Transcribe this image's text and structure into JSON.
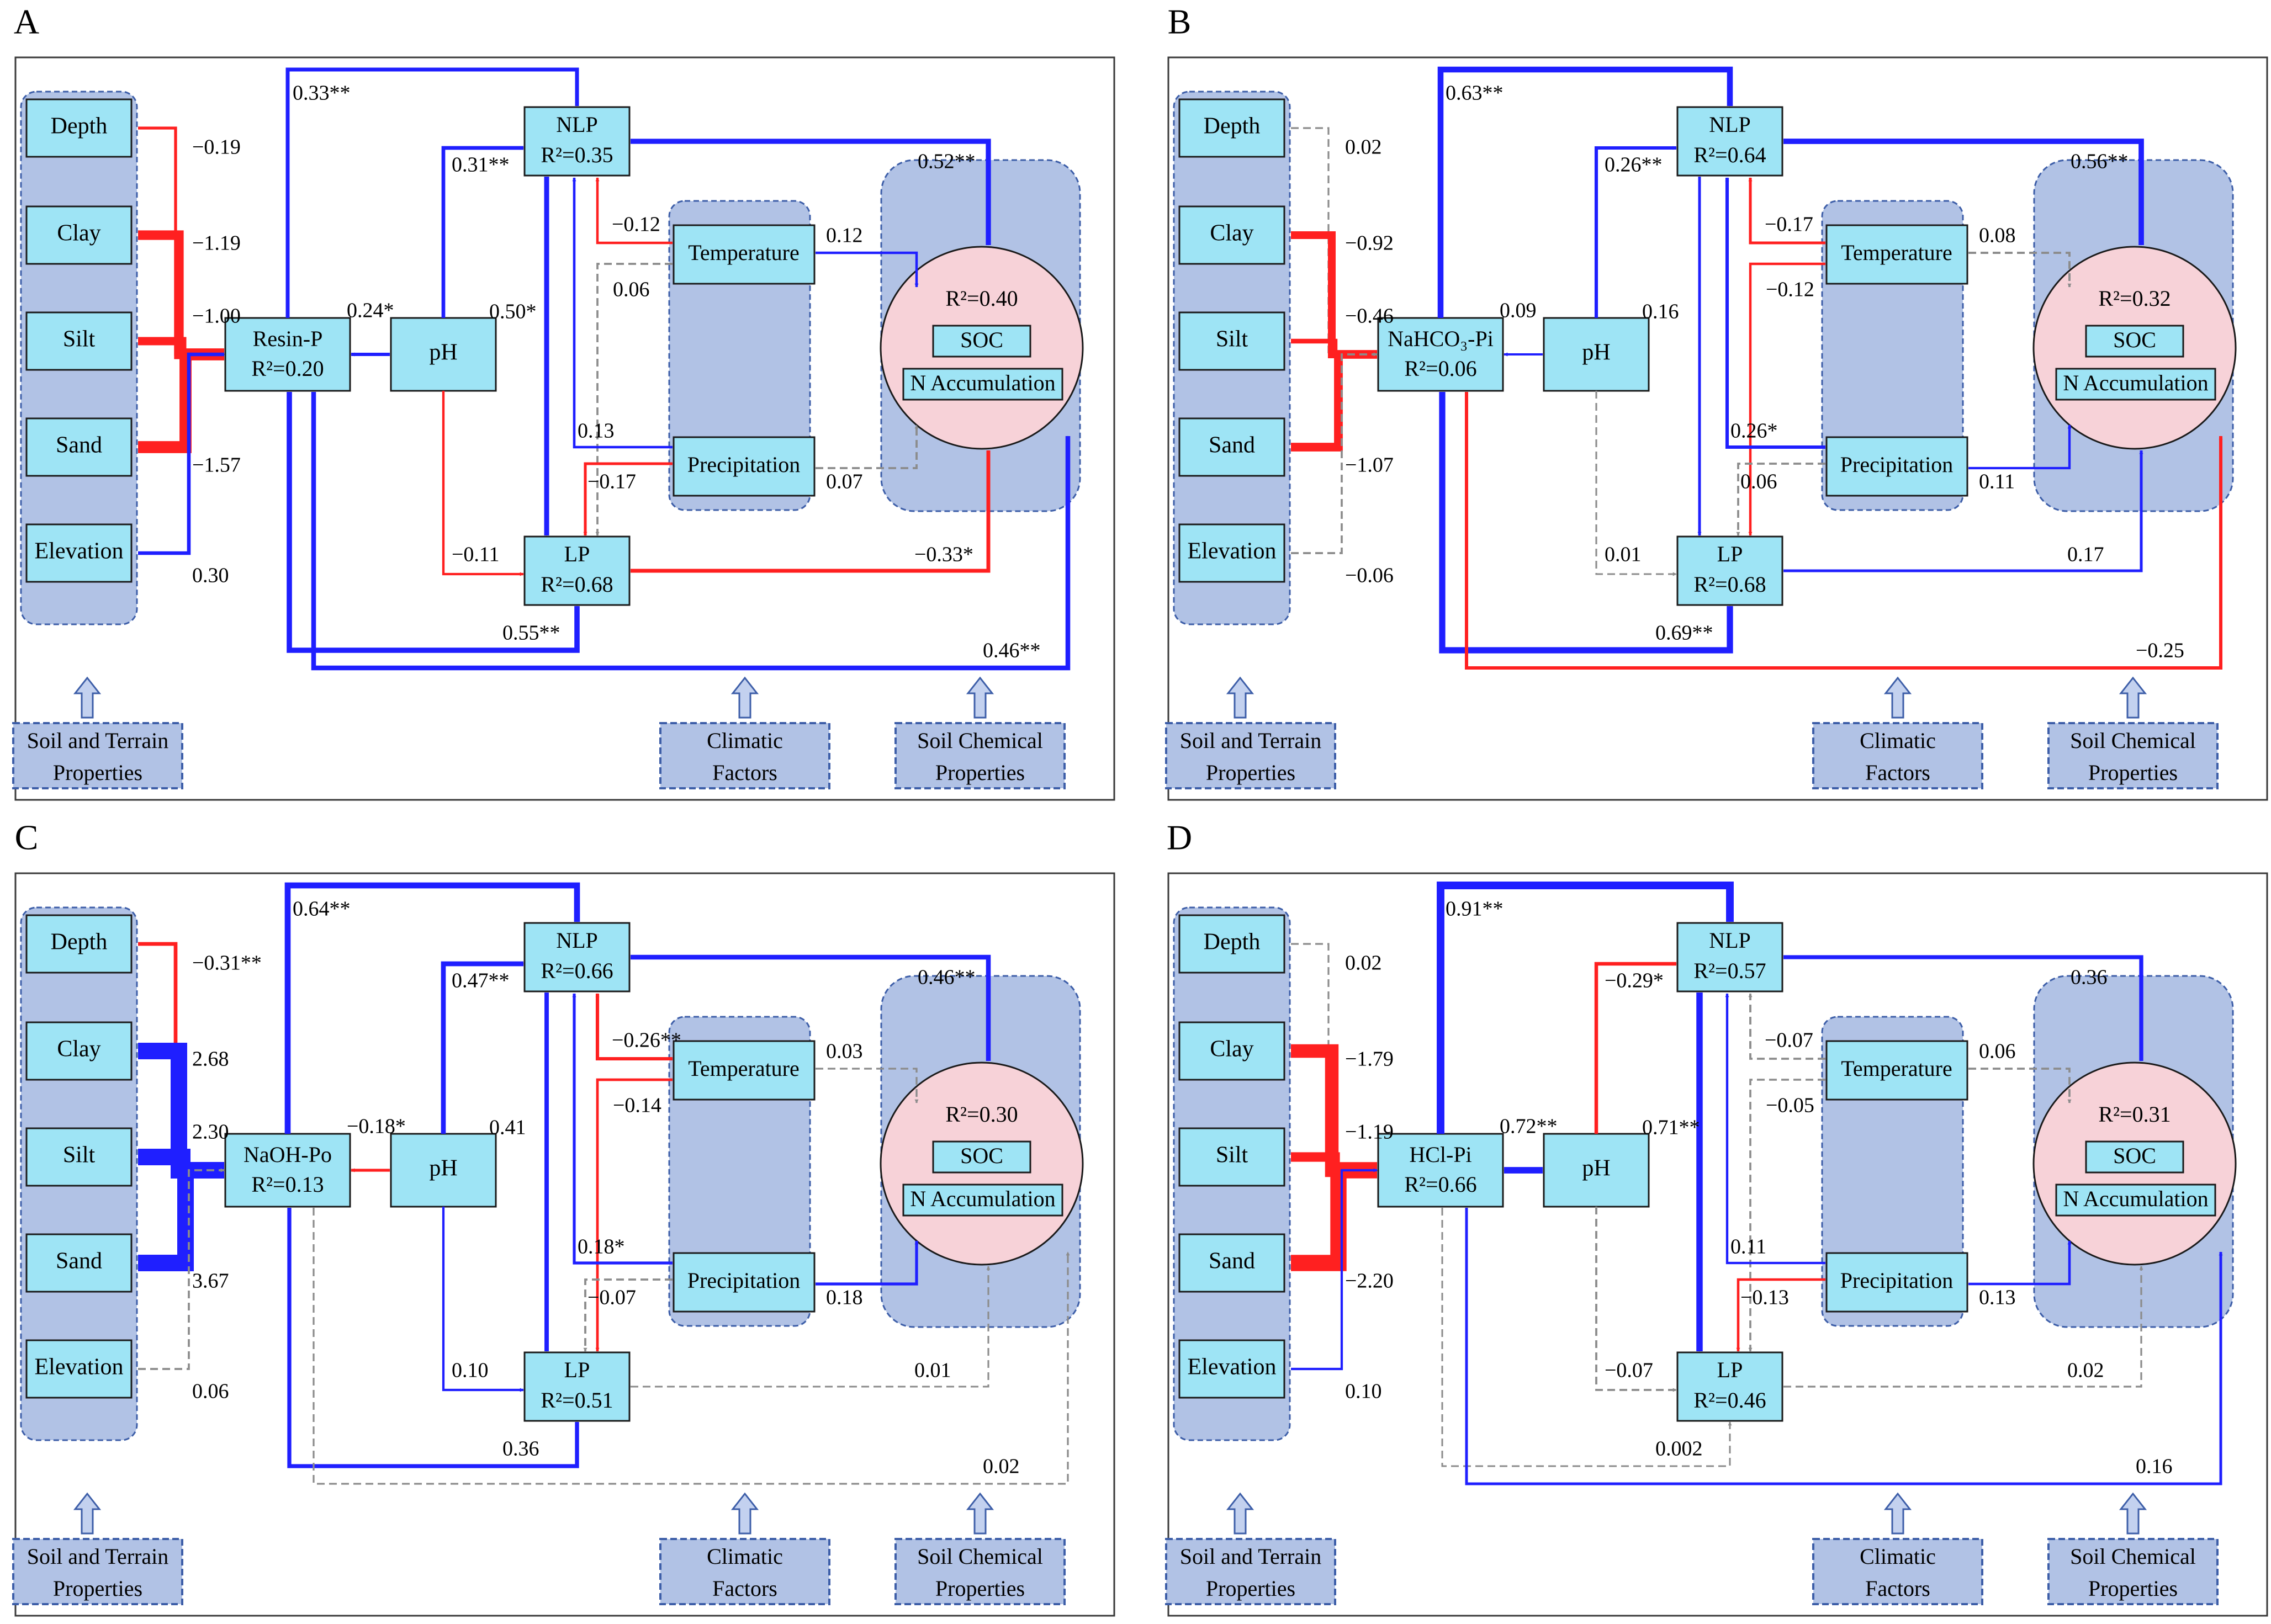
{
  "colors": {
    "positive": "#1f1fff",
    "negative": "#ff2020",
    "nonsig": "#8c8c8c",
    "box": "#9ee4f5",
    "group": "#b1c2e5",
    "circle": "#f7d2d8"
  },
  "panels": [
    {
      "letter": "A",
      "soil": {
        "items": [
          "Depth",
          "Clay",
          "Silt",
          "Sand",
          "Elevation"
        ],
        "coefs": [
          "−0.19",
          "−1.19",
          "−1.00",
          "−1.57",
          "0.30"
        ]
      },
      "pfrac": {
        "name": "Resin-P",
        "r2": "R²=0.20"
      },
      "ph": "pH",
      "nlp": {
        "name": "NLP",
        "r2": "R²=0.35"
      },
      "lp": {
        "name": "LP",
        "r2": "R²=0.68"
      },
      "climate": [
        "Temperature",
        "Precipitation"
      ],
      "chem": {
        "r2": "R²=0.40",
        "soc": "SOC",
        "n": "N Accumulation"
      },
      "categories": {
        "soil": [
          "Soil and Terrain",
          "Properties"
        ],
        "climate": [
          "Climatic",
          "Factors"
        ],
        "chem": [
          "Soil Chemical",
          "Properties"
        ]
      },
      "paths": {
        "p_nlp": "0.33**",
        "ph_p": "0.24*",
        "ph_nlp": "0.31**",
        "ph_lp": "−0.11",
        "nlp_chem": "0.52**",
        "nlp_lp": "0.50*",
        "temp_nlp": "−0.12",
        "temp_lp": "0.06",
        "temp_chem": "0.12",
        "prec_nlp": "0.13",
        "prec_lp": "−0.17",
        "prec_chem": "0.07",
        "lp_chem": "−0.33*",
        "p_lp": "0.55**",
        "p_chem": "0.46**"
      }
    },
    {
      "letter": "B",
      "soil": {
        "items": [
          "Depth",
          "Clay",
          "Silt",
          "Sand",
          "Elevation"
        ],
        "coefs": [
          "0.02",
          "−0.92",
          "−0.46",
          "−1.07",
          "−0.06"
        ]
      },
      "pfrac": {
        "name": "NaHCO₃-Pi",
        "r2": "R²=0.06"
      },
      "ph": "pH",
      "nlp": {
        "name": "NLP",
        "r2": "R²=0.64"
      },
      "lp": {
        "name": "LP",
        "r2": "R²=0.68"
      },
      "climate": [
        "Temperature",
        "Precipitation"
      ],
      "chem": {
        "r2": "R²=0.32",
        "soc": "SOC",
        "n": "N Accumulation"
      },
      "categories": {
        "soil": [
          "Soil and Terrain",
          "Properties"
        ],
        "climate": [
          "Climatic",
          "Factors"
        ],
        "chem": [
          "Soil Chemical",
          "Properties"
        ]
      },
      "paths": {
        "p_nlp": "0.63**",
        "ph_p": "0.09",
        "ph_nlp": "0.26**",
        "ph_lp": "0.01",
        "nlp_chem": "0.56**",
        "nlp_lp": "0.16",
        "temp_nlp": "−0.17",
        "temp_lp": "−0.12",
        "temp_chem": "0.08",
        "prec_nlp": "0.26*",
        "prec_lp": "0.06",
        "prec_chem": "0.11",
        "lp_chem": "0.17",
        "p_lp": "0.69**",
        "p_chem": "−0.25"
      }
    },
    {
      "letter": "C",
      "soil": {
        "items": [
          "Depth",
          "Clay",
          "Silt",
          "Sand",
          "Elevation"
        ],
        "coefs": [
          "−0.31**",
          "2.68",
          "2.30",
          "3.67",
          "0.06"
        ]
      },
      "pfrac": {
        "name": "NaOH-Po",
        "r2": "R²=0.13"
      },
      "ph": "pH",
      "nlp": {
        "name": "NLP",
        "r2": "R²=0.66"
      },
      "lp": {
        "name": "LP",
        "r2": "R²=0.51"
      },
      "climate": [
        "Temperature",
        "Precipitation"
      ],
      "chem": {
        "r2": "R²=0.30",
        "soc": "SOC",
        "n": "N Accumulation"
      },
      "categories": {
        "soil": [
          "Soil and Terrain",
          "Properties"
        ],
        "climate": [
          "Climatic",
          "Factors"
        ],
        "chem": [
          "Soil Chemical",
          "Properties"
        ]
      },
      "paths": {
        "p_nlp": "0.64**",
        "ph_p": "−0.18*",
        "ph_nlp": "0.47**",
        "ph_lp": "0.10",
        "nlp_chem": "0.46**",
        "nlp_lp": "0.41",
        "temp_nlp": "−0.26**",
        "temp_lp": "−0.14",
        "temp_chem": "0.03",
        "prec_nlp": "0.18*",
        "prec_lp": "−0.07",
        "prec_chem": "0.18",
        "lp_chem": "0.01",
        "p_lp": "0.36",
        "p_chem": "0.02"
      }
    },
    {
      "letter": "D",
      "soil": {
        "items": [
          "Depth",
          "Clay",
          "Silt",
          "Sand",
          "Elevation"
        ],
        "coefs": [
          "0.02",
          "−1.79",
          "−1.19",
          "−2.20",
          "0.10"
        ]
      },
      "pfrac": {
        "name": "HCl-Pi",
        "r2": "R²=0.66"
      },
      "ph": "pH",
      "nlp": {
        "name": "NLP",
        "r2": "R²=0.57"
      },
      "lp": {
        "name": "LP",
        "r2": "R²=0.46"
      },
      "climate": [
        "Temperature",
        "Precipitation"
      ],
      "chem": {
        "r2": "R²=0.31",
        "soc": "SOC",
        "n": "N Accumulation"
      },
      "categories": {
        "soil": [
          "Soil and Terrain",
          "Properties"
        ],
        "climate": [
          "Climatic",
          "Factors"
        ],
        "chem": [
          "Soil Chemical",
          "Properties"
        ]
      },
      "paths": {
        "p_nlp": "0.91**",
        "ph_p": "0.72**",
        "ph_nlp": "−0.29*",
        "ph_lp": "−0.07",
        "nlp_chem": "0.36",
        "nlp_lp": "0.71**",
        "temp_nlp": "−0.07",
        "temp_lp": "−0.05",
        "temp_chem": "0.06",
        "prec_nlp": "0.11",
        "prec_lp": "−0.13",
        "prec_chem": "0.13",
        "lp_chem": "0.02",
        "p_lp": "0.002",
        "p_chem": "0.16"
      }
    }
  ]
}
